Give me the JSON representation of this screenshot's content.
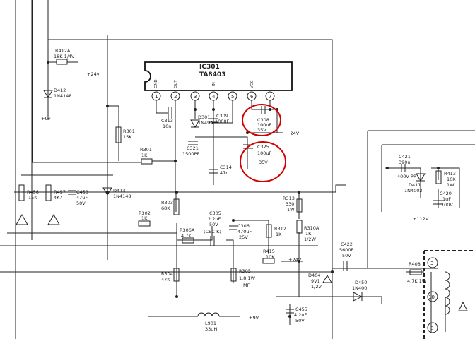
{
  "ic": {
    "name": "IC301",
    "part": "TA8403",
    "pins": [
      "1",
      "2",
      "3",
      "4",
      "5",
      "6",
      "7"
    ],
    "pin_labels": [
      "GND",
      "OUT",
      "IN",
      "VCC"
    ]
  },
  "rails": {
    "p24_top": "+24v",
    "p9_left": "+9v",
    "p24_mid": "+24V",
    "p24_lower": "+24V",
    "p112": "+112V",
    "p9_bottom": "+9V"
  },
  "components": {
    "r412a": [
      "R412A",
      "18K 1/4V"
    ],
    "d412": [
      "D412",
      "1N4148"
    ],
    "r301": [
      "R301",
      "15K"
    ],
    "r301b": [
      "R301",
      "1K"
    ],
    "c313": [
      "C313",
      "10n"
    ],
    "d301": [
      "D301",
      "1N49A"
    ],
    "c309": [
      "C309",
      "1000F"
    ],
    "c308": [
      "C308",
      "100uF",
      "35V"
    ],
    "c321": [
      "C321",
      "1500PF"
    ],
    "c314": [
      "C314",
      "47n"
    ],
    "c325": [
      "C325",
      "100uF",
      "35V"
    ],
    "r456": [
      "R456",
      "15K"
    ],
    "r457": [
      "R457",
      "4K7"
    ],
    "c458": [
      "C458",
      "47uF",
      "50V"
    ],
    "d413": [
      "D413",
      "1N4148"
    ],
    "r303": [
      "R303",
      "68K"
    ],
    "r302": [
      "R302",
      "1K"
    ],
    "c305": [
      "C305",
      "2.2uF",
      "50V",
      "(CEC-K)"
    ],
    "r306a": [
      "R306A",
      "4.7K"
    ],
    "c306": [
      "C306",
      "470uF",
      "25V"
    ],
    "r313": [
      "R313",
      "330",
      "1W"
    ],
    "r312": [
      "R312",
      "1K"
    ],
    "r310a": [
      "R310A",
      "1K",
      "1/2W"
    ],
    "r304": [
      "R304",
      "47K"
    ],
    "r305": [
      "R305",
      "1.8 1W",
      "MF"
    ],
    "r415": [
      "R415",
      "10K"
    ],
    "c422": [
      "C422",
      "5600P",
      "50V"
    ],
    "d404": [
      "D404",
      "9V1",
      "1/2V"
    ],
    "d450": [
      "D450",
      "1N400"
    ],
    "c421": [
      "C421",
      "390n",
      "400V PP"
    ],
    "d411": [
      "D411",
      "1N4002"
    ],
    "r413": [
      "R413",
      "10K",
      "1W"
    ],
    "c420": [
      "C420",
      "1uF",
      "100V"
    ],
    "r408": [
      "R408",
      "4.7K 1W"
    ],
    "l901": [
      "L901",
      "33uH"
    ],
    "c455": [
      "C455",
      "4.2uF",
      "50V"
    ]
  },
  "terminals": [
    "3",
    "10",
    "8"
  ]
}
